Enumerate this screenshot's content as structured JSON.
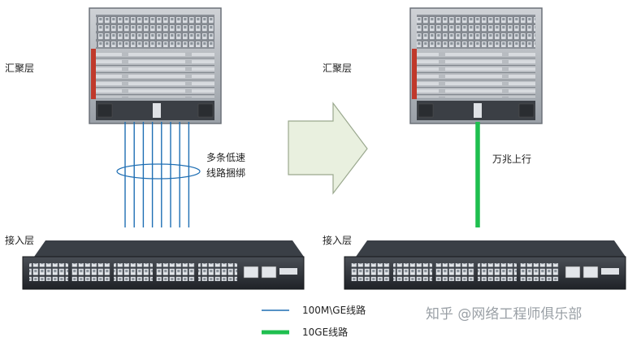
{
  "left": {
    "agg_label": "汇聚层",
    "access_label": "接入层",
    "bundle_label_line1": "多条低速",
    "bundle_label_line2": "线路捆绑"
  },
  "right": {
    "agg_label": "汇聚层",
    "access_label": "接入层",
    "uplink_label": "万兆上行"
  },
  "legend": {
    "items": [
      {
        "label": "100M\\GE线路",
        "color": "#1f6fb4"
      },
      {
        "label": "10GE线路",
        "color": "#1fbf4f"
      }
    ]
  },
  "watermark": "知乎 @网络工程师俱乐部",
  "colors": {
    "arrow_fill": "#e9f0df",
    "arrow_stroke": "#9aa88e",
    "thin_line": "#1f6fb4",
    "thick_line": "#1fbf4f"
  }
}
